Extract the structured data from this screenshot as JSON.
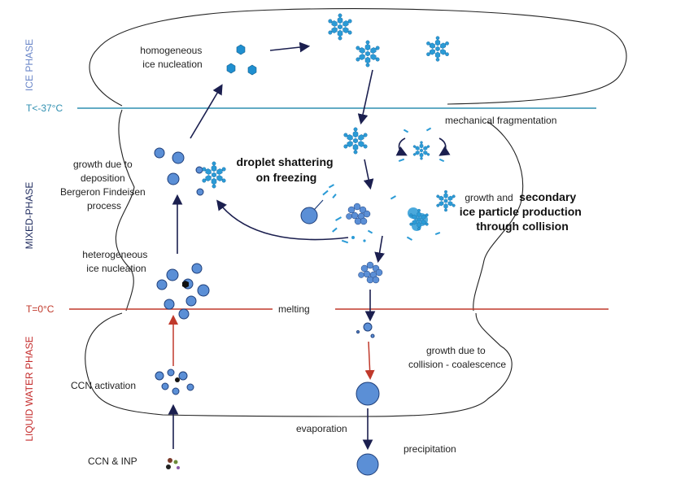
{
  "phases": {
    "ice": "ICE PHASE",
    "mixed": "MIXED-PHASE",
    "liquid": "LIQUID WATER PHASE"
  },
  "levels": {
    "cold": "T<-37°C",
    "zero": "T=0°C",
    "melting": "melting"
  },
  "labels": {
    "homogeneous": [
      "homogeneous",
      "ice nucleation"
    ],
    "mechanical": "mechanical fragmentation",
    "deposition": [
      "growth due to",
      "deposition",
      "Bergeron Findeisen",
      "process"
    ],
    "shattering": [
      "droplet shattering",
      "on freezing"
    ],
    "secondary": {
      "prefix": "growth and",
      "line1": "secondary",
      "line2": "ice particle production",
      "line3": "through collision"
    },
    "heterogeneous": [
      "heterogeneous",
      "ice nucleation"
    ],
    "coalescence": [
      "growth due to",
      "collision - coalescence"
    ],
    "ccn_activation": "CCN activation",
    "evaporation": "evaporation",
    "precipitation": "precipitation",
    "ccn_inp": "CCN & INP"
  },
  "colors": {
    "ice_phase": "#6a86c8",
    "mixed_phase": "#1e2a5e",
    "liquid_phase": "#c42b2b",
    "cold_line": "#2f8fb0",
    "zero_line": "#c0392b",
    "droplet": "#5b8fd6",
    "crystal": "#2b9bd6",
    "arrow": "#1b1f4f",
    "red_arrow": "#c0392b"
  },
  "icons": [
    "snowflake",
    "hexagon-crystal",
    "droplet",
    "aerosol-particle"
  ]
}
